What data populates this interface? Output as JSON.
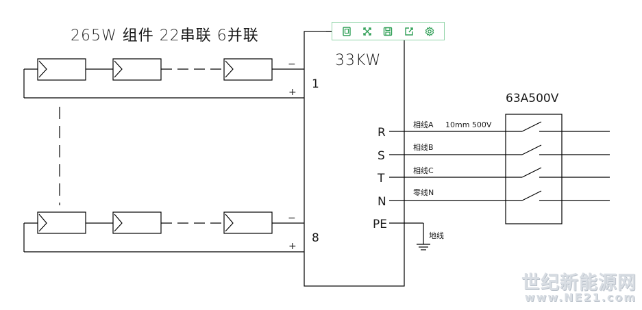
{
  "title": "265W 组件 22串联 6并联",
  "inverter": {
    "rating": "33KW",
    "string_top": "1",
    "string_bottom": "8",
    "ports": [
      "R",
      "S",
      "T",
      "N",
      "PE"
    ]
  },
  "polarity": {
    "minus": "−",
    "plus": "+"
  },
  "wires": {
    "phase_a": "相线A",
    "cable_spec": "10mm 500V",
    "phase_b": "相线B",
    "phase_c": "相线C",
    "neutral": "零线N",
    "ground": "地线"
  },
  "breaker": {
    "rating": "63A500V"
  },
  "toolbar": {
    "items": [
      {
        "name": "copy-icon"
      },
      {
        "name": "fullscreen-icon"
      },
      {
        "name": "save-icon"
      },
      {
        "name": "share-icon"
      },
      {
        "name": "gear-icon"
      }
    ],
    "color": "#2e9e55"
  },
  "watermark": {
    "cn": "世纪新能源网",
    "url": "www.NE21.com"
  }
}
